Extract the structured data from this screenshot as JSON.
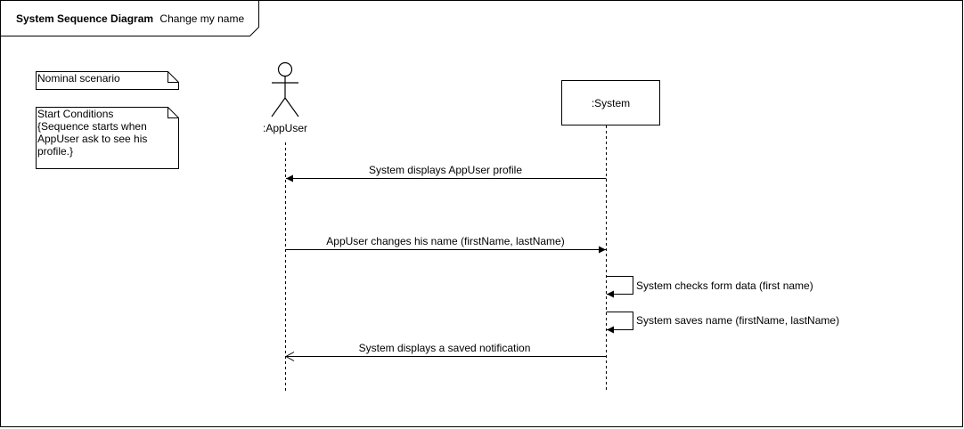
{
  "frame": {
    "title_bold": "System Sequence Diagram",
    "title_rest": "Change my name"
  },
  "notes": [
    {
      "lines": [
        "Nominal scenario"
      ]
    },
    {
      "lines": [
        "Start Conditions",
        "{Sequence starts when",
        "AppUser ask to see his",
        "profile.}"
      ]
    }
  ],
  "participants": {
    "actor": {
      "label": ":AppUser"
    },
    "system": {
      "label": ":System"
    }
  },
  "messages": [
    {
      "label": "System displays AppUser profile",
      "direction": "system-to-actor",
      "style": "solid-filled"
    },
    {
      "label": "AppUser changes his name (firstName, lastName)",
      "direction": "actor-to-system",
      "style": "solid-filled"
    },
    {
      "label": "System checks form data (first name)",
      "direction": "self",
      "style": "solid-filled"
    },
    {
      "label": "System saves name (firstName, lastName)",
      "direction": "self",
      "style": "solid-filled"
    },
    {
      "label": "System displays a saved notification",
      "direction": "system-to-actor",
      "style": "open-arrow"
    }
  ]
}
